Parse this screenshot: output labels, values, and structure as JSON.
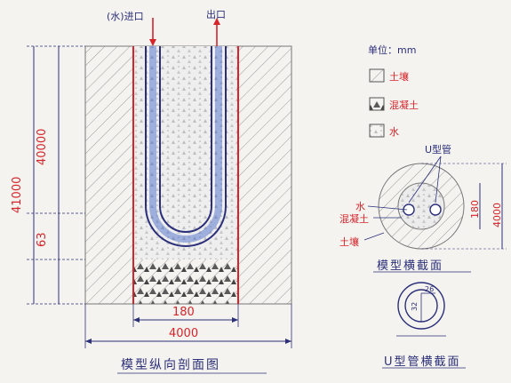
{
  "labels": {
    "inlet": "(水)进口",
    "outlet": "出口",
    "unit": "单位：mm",
    "legend_soil": "土壤",
    "legend_concrete": "混凝土",
    "legend_water": "水",
    "dim_41000": "41000",
    "dim_40000": "40000",
    "dim_63": "63",
    "dim_180_bottom": "180",
    "dim_4000_bottom": "4000",
    "u_tube": "U型管",
    "water": "水",
    "concrete": "混凝土",
    "soil": "土壤",
    "dim_180_side": "180",
    "dim_4000_side": "4000",
    "title_longitudinal": "模型纵向剖面图",
    "title_cross": "模型横截面",
    "title_utube_cross": "U型管横截面",
    "dim_26": "26",
    "dim_32": "32"
  },
  "colors": {
    "ink": "#2b2f7a",
    "red": "#d8232a",
    "water_blue": "#3f62c8",
    "soil_hatch": "#9a9a9a"
  }
}
